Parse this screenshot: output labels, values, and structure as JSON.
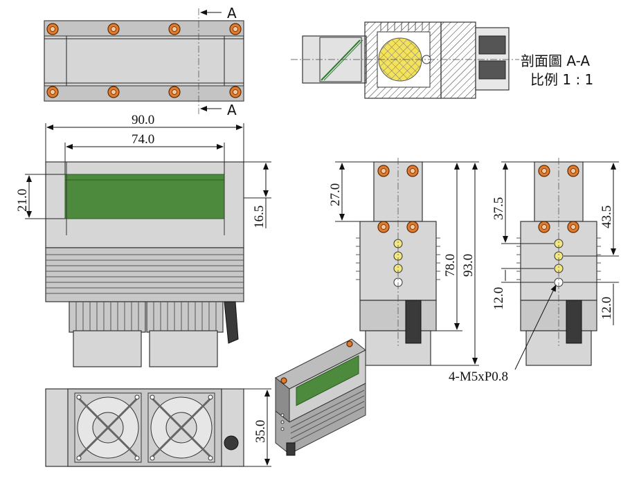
{
  "section": {
    "title": "剖面圖 A-A",
    "scale": "比例 1 : 1",
    "marker": "A"
  },
  "dims": {
    "width_total": "90.0",
    "width_window": "74.0",
    "window_height": "21.0",
    "window_offset": "16.5",
    "side_top": "27.0",
    "side_mid": "78.0",
    "side_total": "93.0",
    "side2_top": "37.5",
    "side2_mid": "43.5",
    "side2_left": "12.0",
    "side2_right": "12.0",
    "bottom_height": "35.0"
  },
  "callout": {
    "thread": "4-M5xP0.8"
  },
  "colors": {
    "screw": "#e07a2e",
    "window": "#4e8a3e",
    "hole": "#f2e680",
    "body": "#d6d6d6"
  }
}
